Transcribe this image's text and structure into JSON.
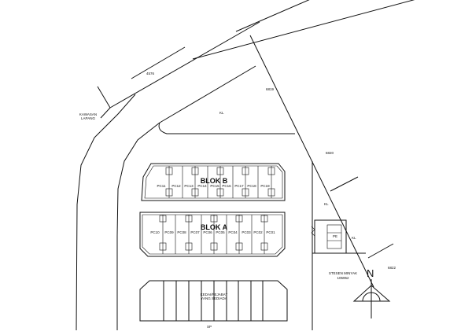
{
  "labels": {
    "lot_4576": "4576",
    "kawasan": "KAWASAN",
    "lapang": "LAPANG",
    "lot_6819": "6819",
    "lot_6820": "6820",
    "lot_6822": "6822",
    "kl_top": "KL",
    "kl_right": "KL",
    "kl_box": "KL",
    "box_label": "PE",
    "stesen_line1": "STESEN MINYAK",
    "stesen_line2": "105952",
    "north": "N",
    "existing_line1": "KEDAI/PEJABAT",
    "existing_line2": "YANG SEDIADA",
    "existing_mark": "SP"
  },
  "blok_b": {
    "title": "BLOK B",
    "lots": [
      "PC11",
      "PC12",
      "PC13",
      "PC14",
      "PC15",
      "PC16",
      "PC17",
      "PC18",
      "PC19"
    ]
  },
  "blok_a": {
    "title": "BLOK A",
    "lots": [
      "PC10",
      "PC09",
      "PC08",
      "PC07",
      "PC06",
      "PC05",
      "PC04",
      "PC03",
      "PC02",
      "PC01"
    ]
  }
}
